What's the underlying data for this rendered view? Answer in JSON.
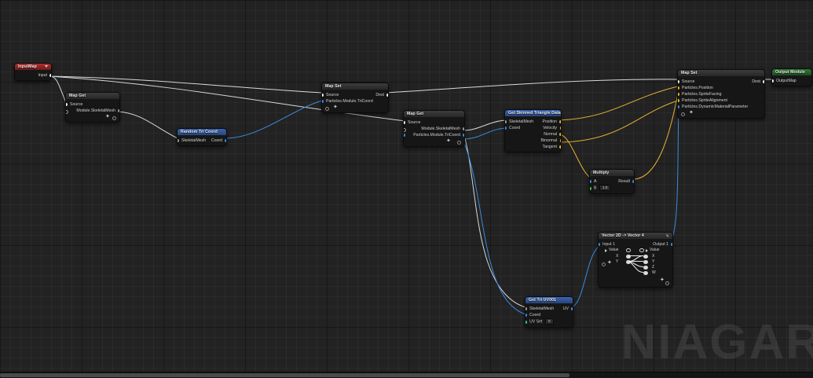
{
  "app": {
    "watermark": "NIAGAR",
    "canvas_bg": "#222222",
    "grid_line": "#2b2b2b",
    "accent_blue": "#3a8ce0",
    "accent_yellow": "#e8b231",
    "header_blue": "#3a64b0",
    "header_red": "#b03030",
    "header_green": "#2f7a34"
  },
  "nodes": {
    "input_map": {
      "title": "InputMap",
      "pins_out": [
        {
          "label": "Input"
        }
      ]
    },
    "map_get_left": {
      "title": "Map Get",
      "pins_in": [
        {
          "label": "Source"
        }
      ],
      "rows": [
        {
          "label": "Module.SkeletalMesh"
        }
      ]
    },
    "random_tri_coord": {
      "title": "Random Tri Coord",
      "pins_in": [
        {
          "label": "SkeletalMesh"
        }
      ],
      "pins_out": [
        {
          "label": "Coord"
        }
      ]
    },
    "map_set_mid": {
      "title": "Map Set",
      "pins_in": [
        {
          "label": "Source"
        },
        {
          "label": "Particles.Module.TriCoord"
        }
      ],
      "pins_out": [
        {
          "label": "Dest"
        }
      ]
    },
    "map_get_mid": {
      "title": "Map Get",
      "pins_in": [
        {
          "label": "Source"
        }
      ],
      "rows": [
        {
          "label": "Module.SkeletalMesh"
        },
        {
          "label": "Particles.Module.TriCoord"
        }
      ]
    },
    "get_skinned_triangle": {
      "title": "Get Skinned Triangle Data WS",
      "pins_in": [
        {
          "label": "SkeletalMesh"
        },
        {
          "label": "Coord"
        }
      ],
      "pins_out": [
        {
          "label": "Position"
        },
        {
          "label": "Velocity"
        },
        {
          "label": "Normal"
        },
        {
          "label": "Binormal"
        },
        {
          "label": "Tangent"
        }
      ]
    },
    "multiply": {
      "title": "Multiply",
      "pins_in": [
        {
          "label": "A"
        },
        {
          "label": "B",
          "value": "1.0"
        }
      ],
      "pins_out": [
        {
          "label": "Result"
        }
      ]
    },
    "vector_convert": {
      "title": "Vector 2D -> Vector 4",
      "input_label": "Input 1",
      "output_label": "Output 1",
      "input_value_label": "Value",
      "output_value_label": "Value",
      "input_components": [
        "X",
        "Y"
      ],
      "output_components": [
        "X",
        "Y",
        "Z",
        "W"
      ]
    },
    "get_tri_uv": {
      "title": "Get Tri UV001",
      "pins_in": [
        {
          "label": "SkeletalMesh"
        },
        {
          "label": "Coord"
        }
      ],
      "pins_out": [
        {
          "label": "UV"
        }
      ],
      "uv_set_label": "UV Set",
      "uv_set_value": "0"
    },
    "map_set_right": {
      "title": "Map Set",
      "pins_in": [
        {
          "label": "Source"
        },
        {
          "label": "Particles.Position"
        },
        {
          "label": "Particles.SpriteFacing"
        },
        {
          "label": "Particles.SpriteAlignment"
        },
        {
          "label": "Particles.DynamicMaterialParameter"
        }
      ],
      "pins_out": [
        {
          "label": "Dest"
        }
      ]
    },
    "output_module": {
      "title": "Output Module",
      "pins_in": [
        {
          "label": "OutputMap"
        }
      ]
    }
  }
}
